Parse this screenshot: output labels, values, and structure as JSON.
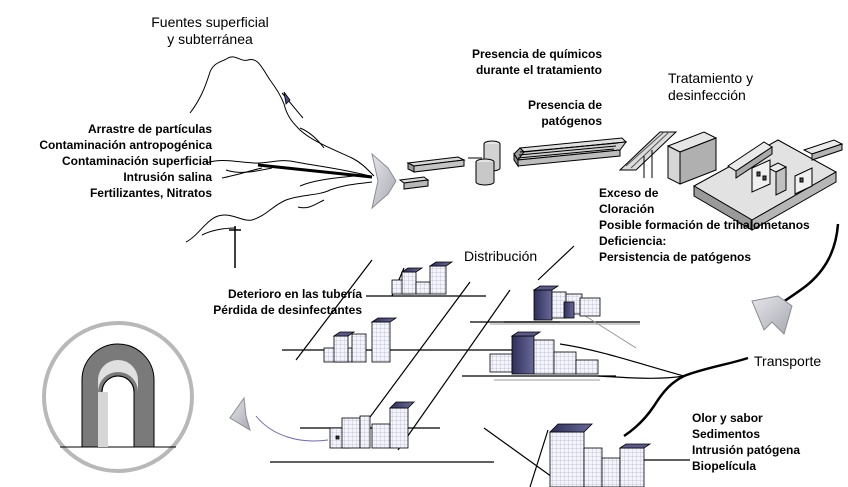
{
  "sources": {
    "title": [
      "Fuentes superficial",
      "y subterránea"
    ],
    "items": [
      "Arrastre de partículas",
      "Contaminación antropogénica",
      "Contaminación superficial",
      "Intrusión salina",
      "Fertilizantes, Nitratos"
    ]
  },
  "treatment": {
    "chemicals": [
      "Presencia  de químicos",
      "durante el tratamiento"
    ],
    "pathogens": [
      "Presencia de",
      "patógenos"
    ],
    "title": [
      "Tratamiento y",
      "desinfección"
    ],
    "issues": [
      "Exceso de",
      "Cloración",
      "Posible formación de trihalometanos",
      "Deficiencia:",
      "Persistencia de patógenos"
    ]
  },
  "distribution": {
    "title": "Distribución",
    "issues": [
      "Deterioro en las tubería",
      "Pérdida de desinfectantes"
    ]
  },
  "transport": {
    "title": "Transporte",
    "issues": [
      "Olor y sabor",
      "Sedimentos",
      "Intrusión patógena",
      "Biopelícula"
    ]
  },
  "colors": {
    "building_dark": "#3d3d6e",
    "building_light": "#f2f2fa",
    "grid_line": "#8a8ab0",
    "arrow_fill": "#c8c8d0",
    "pipe_section": "#bdbdbd"
  }
}
